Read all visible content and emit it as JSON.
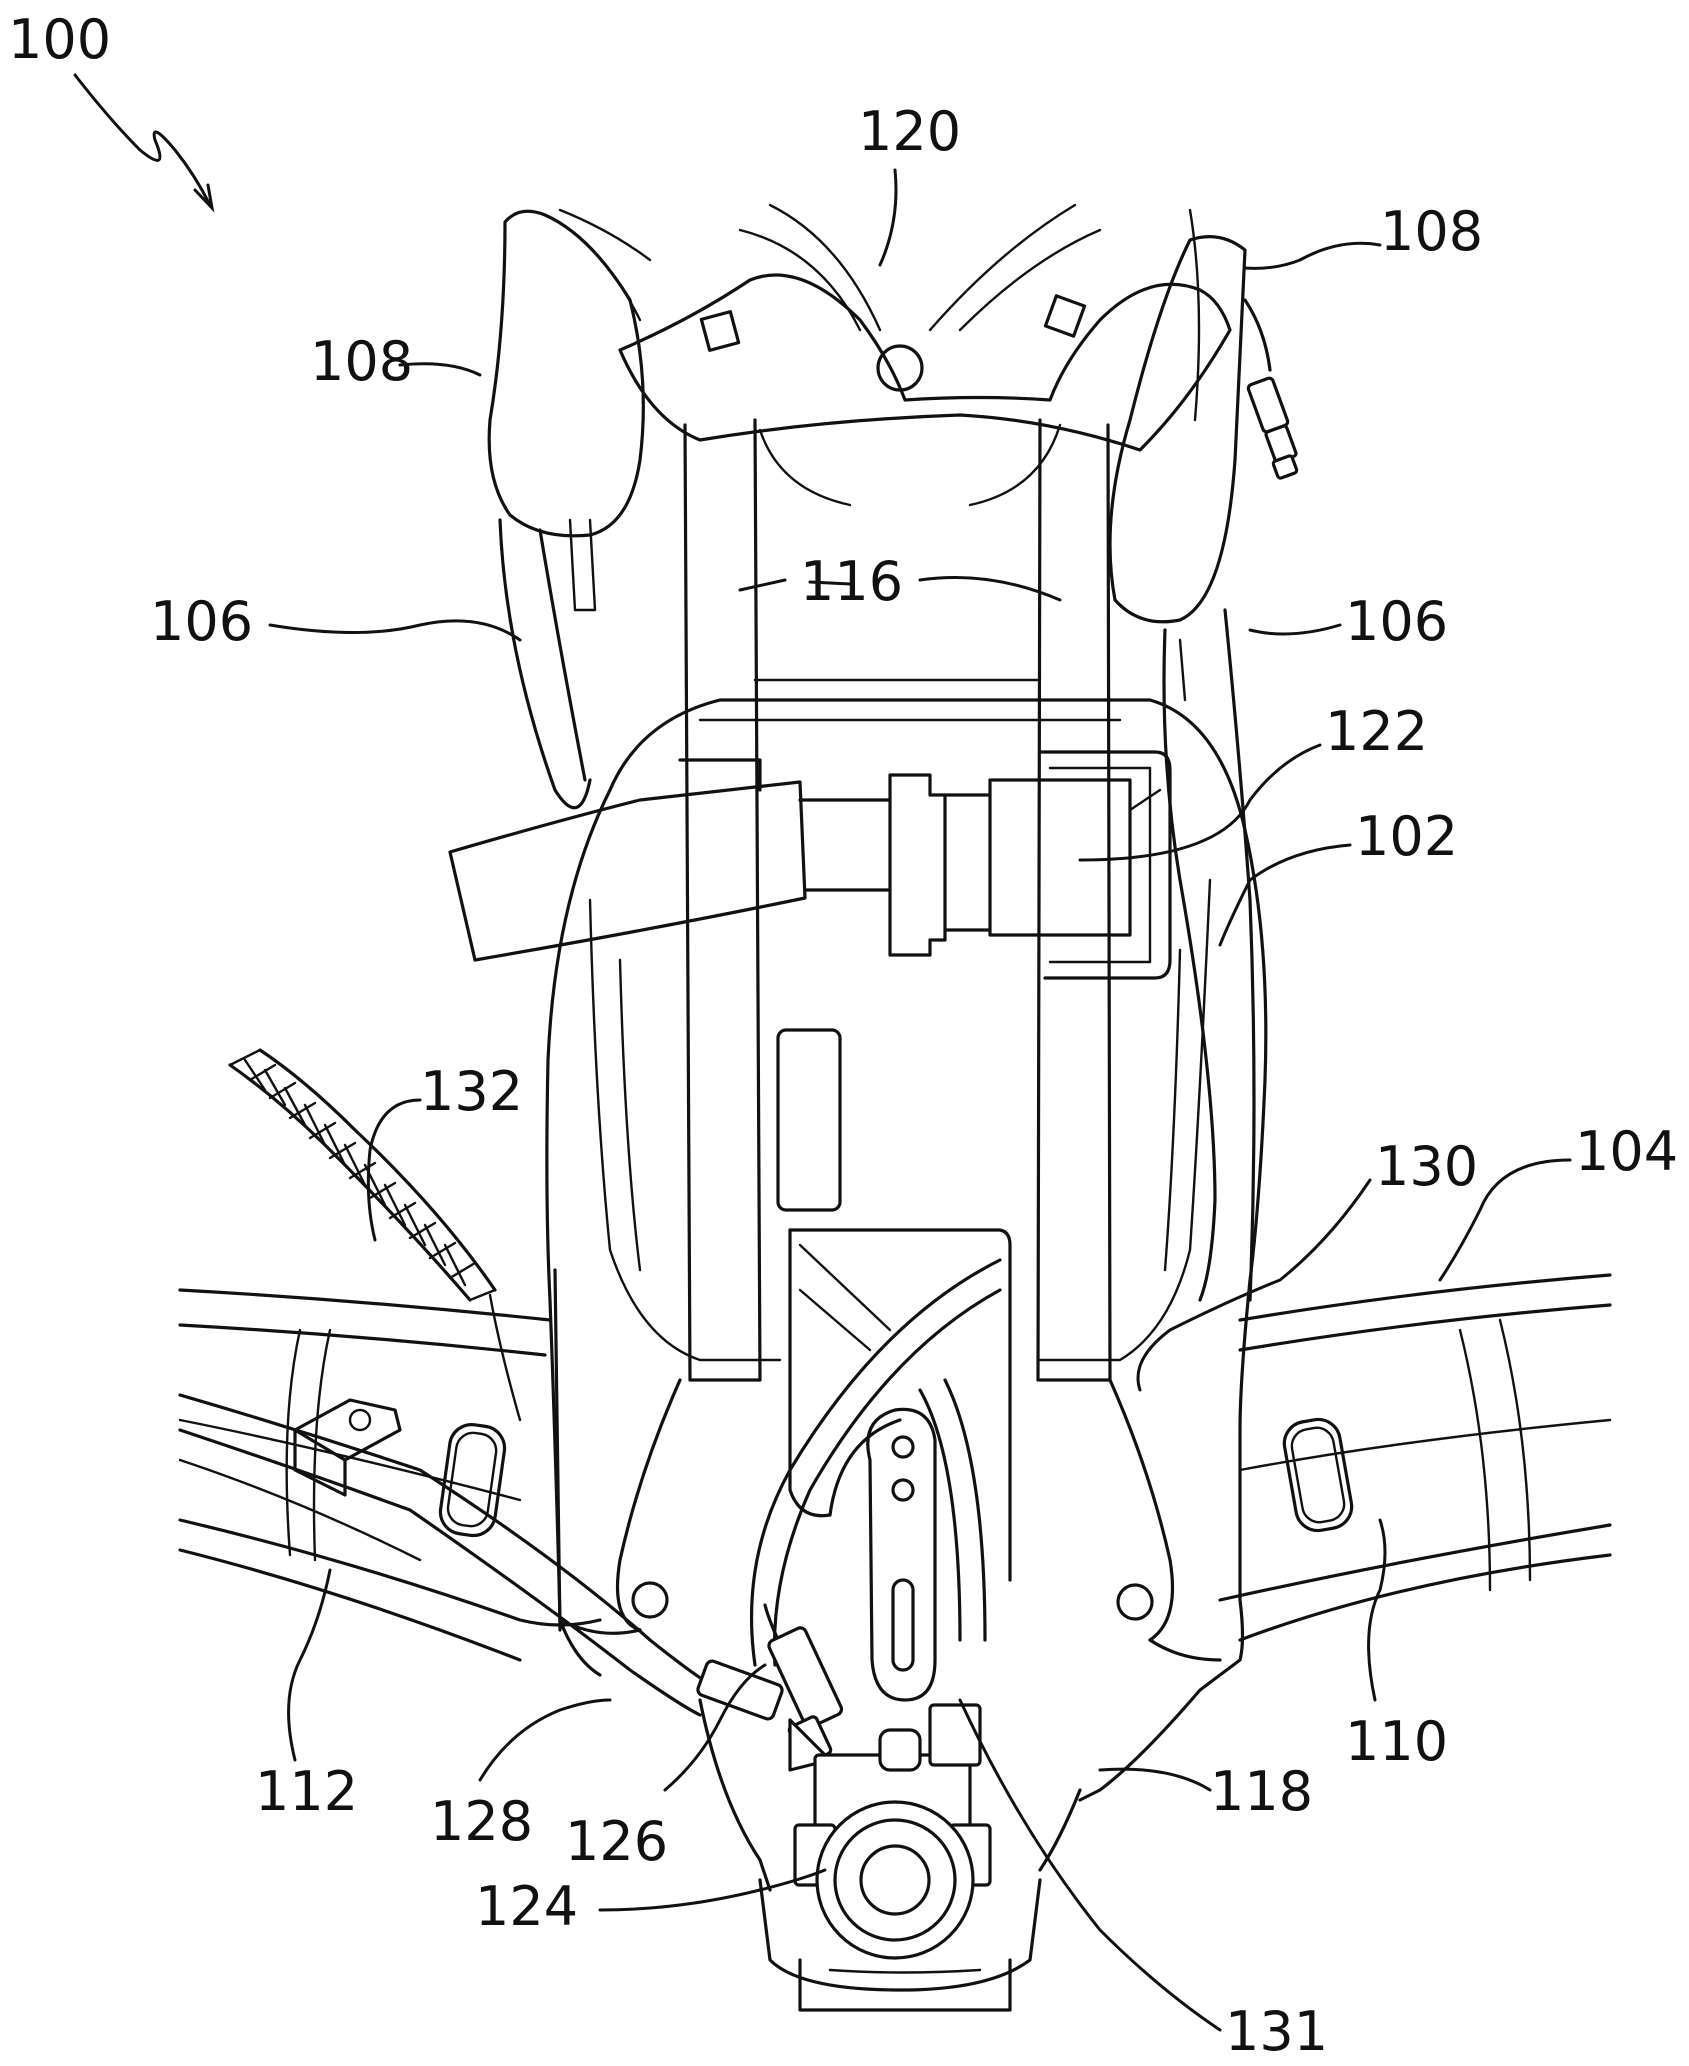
{
  "figure": {
    "labels": {
      "l100": "100",
      "l120": "120",
      "l108a": "108",
      "l108b": "108",
      "l106a": "106",
      "l116": "116",
      "l106b": "106",
      "l122": "122",
      "l102": "102",
      "l132": "132",
      "l130": "130",
      "l104": "104",
      "l112": "112",
      "l110": "110",
      "l128": "128",
      "l126": "126",
      "l118": "118",
      "l124": "124",
      "l131": "131"
    }
  }
}
